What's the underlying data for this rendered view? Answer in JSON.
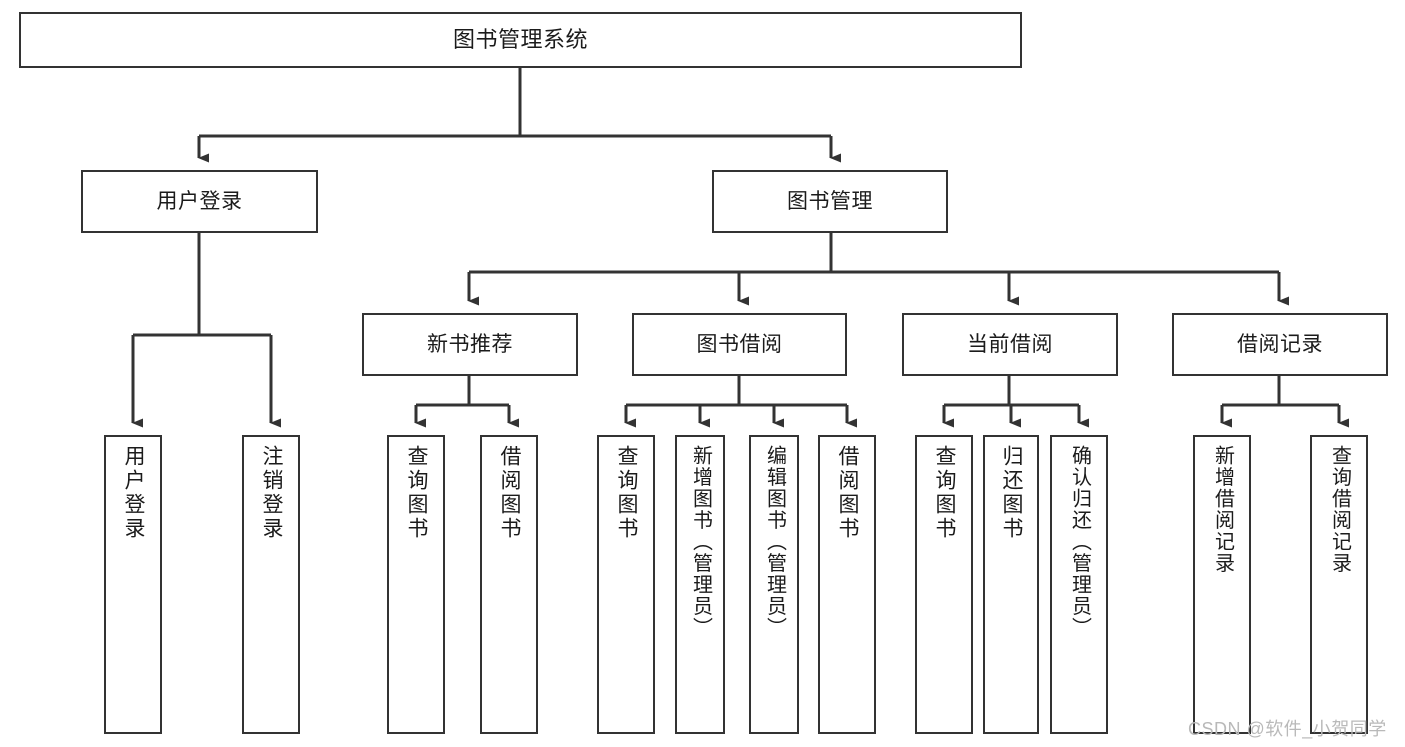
{
  "diagram": {
    "title": "图书管理系统",
    "type": "tree-hierarchy-diagram",
    "orientation": "top-down",
    "edge_style": "orthogonal-with-arrowheads",
    "colors": {
      "node_border": "#333333",
      "node_fill": "#ffffff",
      "edge": "#333333",
      "text": "#1b1b1b",
      "background": "#ffffff",
      "watermark": "#b9b9b9"
    },
    "nodes": {
      "root": {
        "label": "图书管理系统"
      },
      "level2": [
        {
          "id": "user-login",
          "label": "用户登录"
        },
        {
          "id": "book-management",
          "label": "图书管理"
        }
      ],
      "level3": [
        {
          "id": "new-book-recommend",
          "label": "新书推荐"
        },
        {
          "id": "book-borrow",
          "label": "图书借阅"
        },
        {
          "id": "current-borrow",
          "label": "当前借阅"
        },
        {
          "id": "borrow-record",
          "label": "借阅记录"
        }
      ],
      "leaves": {
        "user-login": [
          {
            "id": "leaf-user-login",
            "label": "用户登录"
          },
          {
            "id": "leaf-logout-login",
            "label": "注销登录"
          }
        ],
        "new-book-recommend": [
          {
            "id": "leaf-query-book-1",
            "label": "查询图书"
          },
          {
            "id": "leaf-borrow-book-1",
            "label": "借阅图书"
          }
        ],
        "book-borrow": [
          {
            "id": "leaf-query-book-2",
            "label": "查询图书"
          },
          {
            "id": "leaf-add-book-admin",
            "label": "新增图书（管理员）"
          },
          {
            "id": "leaf-edit-book-admin",
            "label": "编辑图书（管理员）"
          },
          {
            "id": "leaf-borrow-book-2",
            "label": "借阅图书"
          }
        ],
        "current-borrow": [
          {
            "id": "leaf-query-book-3",
            "label": "查询图书"
          },
          {
            "id": "leaf-return-book",
            "label": "归还图书"
          },
          {
            "id": "leaf-confirm-return-admin",
            "label": "确认归还（管理员）"
          }
        ],
        "borrow-record": [
          {
            "id": "leaf-add-borrow-record",
            "label": "新增借阅记录"
          },
          {
            "id": "leaf-query-borrow-record",
            "label": "查询借阅记录"
          }
        ]
      }
    },
    "watermark": "CSDN @软件_小贺同学"
  }
}
